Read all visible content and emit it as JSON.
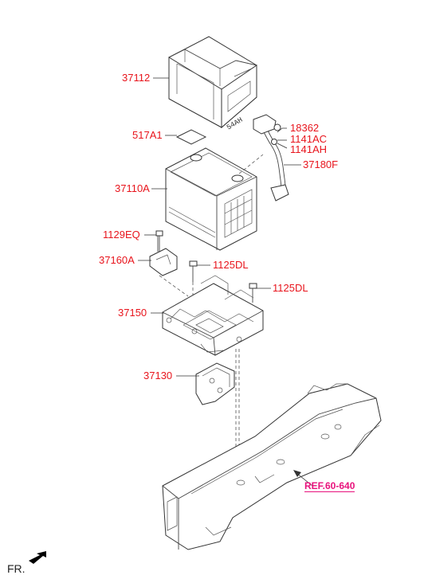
{
  "parts": [
    {
      "id": "p37112",
      "label": "37112"
    },
    {
      "id": "p517a1",
      "label": "517A1"
    },
    {
      "id": "p18362",
      "label": "18362"
    },
    {
      "id": "p1141ac",
      "label": "1141AC"
    },
    {
      "id": "p1141ah",
      "label": "1141AH"
    },
    {
      "id": "p37180f",
      "label": "37180F"
    },
    {
      "id": "p37110a",
      "label": "37110A"
    },
    {
      "id": "p1129eq",
      "label": "1129EQ"
    },
    {
      "id": "p37160a",
      "label": "37160A"
    },
    {
      "id": "p1125dl_a",
      "label": "1125DL"
    },
    {
      "id": "p1125dl_b",
      "label": "1125DL"
    },
    {
      "id": "p37150",
      "label": "37150"
    },
    {
      "id": "p37130",
      "label": "37130"
    }
  ],
  "cover_marking": "54AH",
  "reference": {
    "label": "REF.60-640"
  },
  "orientation": {
    "label": "FR."
  },
  "colors": {
    "part_label": "#e8141c",
    "reference_label": "#e8127c",
    "line_art": "#333333"
  }
}
